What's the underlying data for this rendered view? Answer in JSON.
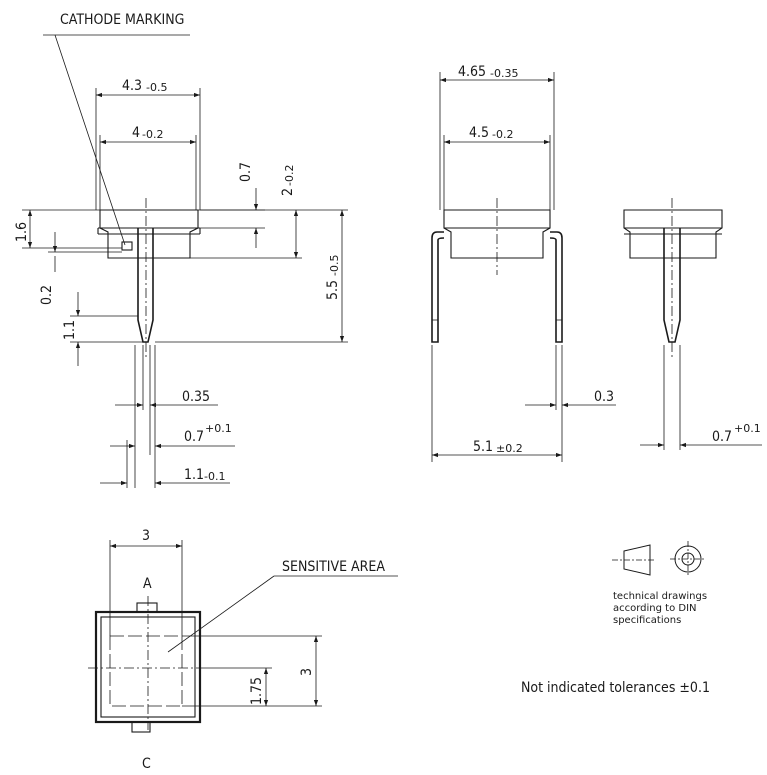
{
  "labels": {
    "cathode_marking": "CATHODE MARKING",
    "sensitive_area": "SENSITIVE AREA",
    "anode": "A",
    "cathode": "C",
    "tolerance_note": "Not indicated tolerances ±0.1",
    "din_note_1": "technical drawings",
    "din_note_2": "according to DIN",
    "din_note_3": "specifications"
  },
  "side_view": {
    "width_outer": {
      "value": "4.3",
      "tol": "-0.5"
    },
    "width_inner": {
      "value": "4",
      "tol": "-0.2"
    },
    "dim_0_7": "0.7",
    "dim_2": {
      "value": "2",
      "tol": "-0.2"
    },
    "dim_1_6": "1.6",
    "dim_5_5": {
      "value": "5.5",
      "tol": "-0.5"
    },
    "dim_0_2": "0.2",
    "dim_1_1": "1.1",
    "pin_0_35": "0.35",
    "pin_0_7": {
      "value": "0.7",
      "tol": "+0.1"
    },
    "pin_1_1": {
      "value": "1.1",
      "tol": "-0.1"
    }
  },
  "front_view": {
    "width_outer": {
      "value": "4.65",
      "tol": "-0.35"
    },
    "width_inner": {
      "value": "4.5",
      "tol": "-0.2"
    },
    "lead_width": "0.3",
    "lead_span": {
      "value": "5.1",
      "tol": "±0.2"
    }
  },
  "end_view": {
    "lead_width": {
      "value": "0.7",
      "tol": "+0.1"
    }
  },
  "top_view": {
    "area_width": "3",
    "area_height": "3",
    "offset": "1.75"
  }
}
